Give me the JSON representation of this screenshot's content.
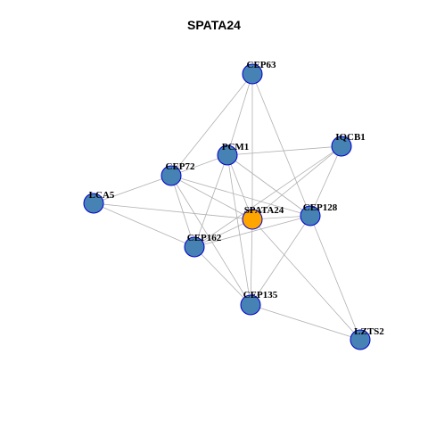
{
  "title": "SPATA24",
  "colors": {
    "node_fill": "#4682B4",
    "node_stroke": "#0000CD",
    "center_fill": "#FFA500",
    "edge": "#B0B0B0"
  },
  "nodes": [
    {
      "id": "CEP63",
      "label": "CEP63",
      "center": false
    },
    {
      "id": "IQCB1",
      "label": "IQCB1",
      "center": false
    },
    {
      "id": "PCM1",
      "label": "PCM1",
      "center": false
    },
    {
      "id": "CEP72",
      "label": "CEP72",
      "center": false
    },
    {
      "id": "LCA5",
      "label": "LCA5",
      "center": false
    },
    {
      "id": "SPATA24",
      "label": "SPATA24",
      "center": true
    },
    {
      "id": "CEP128",
      "label": "CEP128",
      "center": false
    },
    {
      "id": "CEP162",
      "label": "CEP162",
      "center": false
    },
    {
      "id": "CEP135",
      "label": "CEP135",
      "center": false
    },
    {
      "id": "LZTS2",
      "label": "LZTS2",
      "center": false
    }
  ],
  "edges": [
    [
      "CEP63",
      "CEP72"
    ],
    [
      "CEP63",
      "PCM1"
    ],
    [
      "CEP63",
      "SPATA24"
    ],
    [
      "CEP63",
      "CEP128"
    ],
    [
      "PCM1",
      "IQCB1"
    ],
    [
      "PCM1",
      "CEP72"
    ],
    [
      "PCM1",
      "SPATA24"
    ],
    [
      "PCM1",
      "CEP128"
    ],
    [
      "PCM1",
      "CEP162"
    ],
    [
      "PCM1",
      "CEP135"
    ],
    [
      "IQCB1",
      "SPATA24"
    ],
    [
      "IQCB1",
      "CEP128"
    ],
    [
      "IQCB1",
      "CEP162"
    ],
    [
      "CEP72",
      "LCA5"
    ],
    [
      "CEP72",
      "SPATA24"
    ],
    [
      "CEP72",
      "CEP128"
    ],
    [
      "CEP72",
      "CEP162"
    ],
    [
      "CEP72",
      "CEP135"
    ],
    [
      "LCA5",
      "SPATA24"
    ],
    [
      "LCA5",
      "CEP162"
    ],
    [
      "SPATA24",
      "CEP128"
    ],
    [
      "SPATA24",
      "CEP162"
    ],
    [
      "SPATA24",
      "CEP135"
    ],
    [
      "SPATA24",
      "LZTS2"
    ],
    [
      "CEP128",
      "CEP162"
    ],
    [
      "CEP128",
      "CEP135"
    ],
    [
      "CEP128",
      "LZTS2"
    ],
    [
      "CEP162",
      "CEP135"
    ],
    [
      "CEP135",
      "LZTS2"
    ]
  ]
}
